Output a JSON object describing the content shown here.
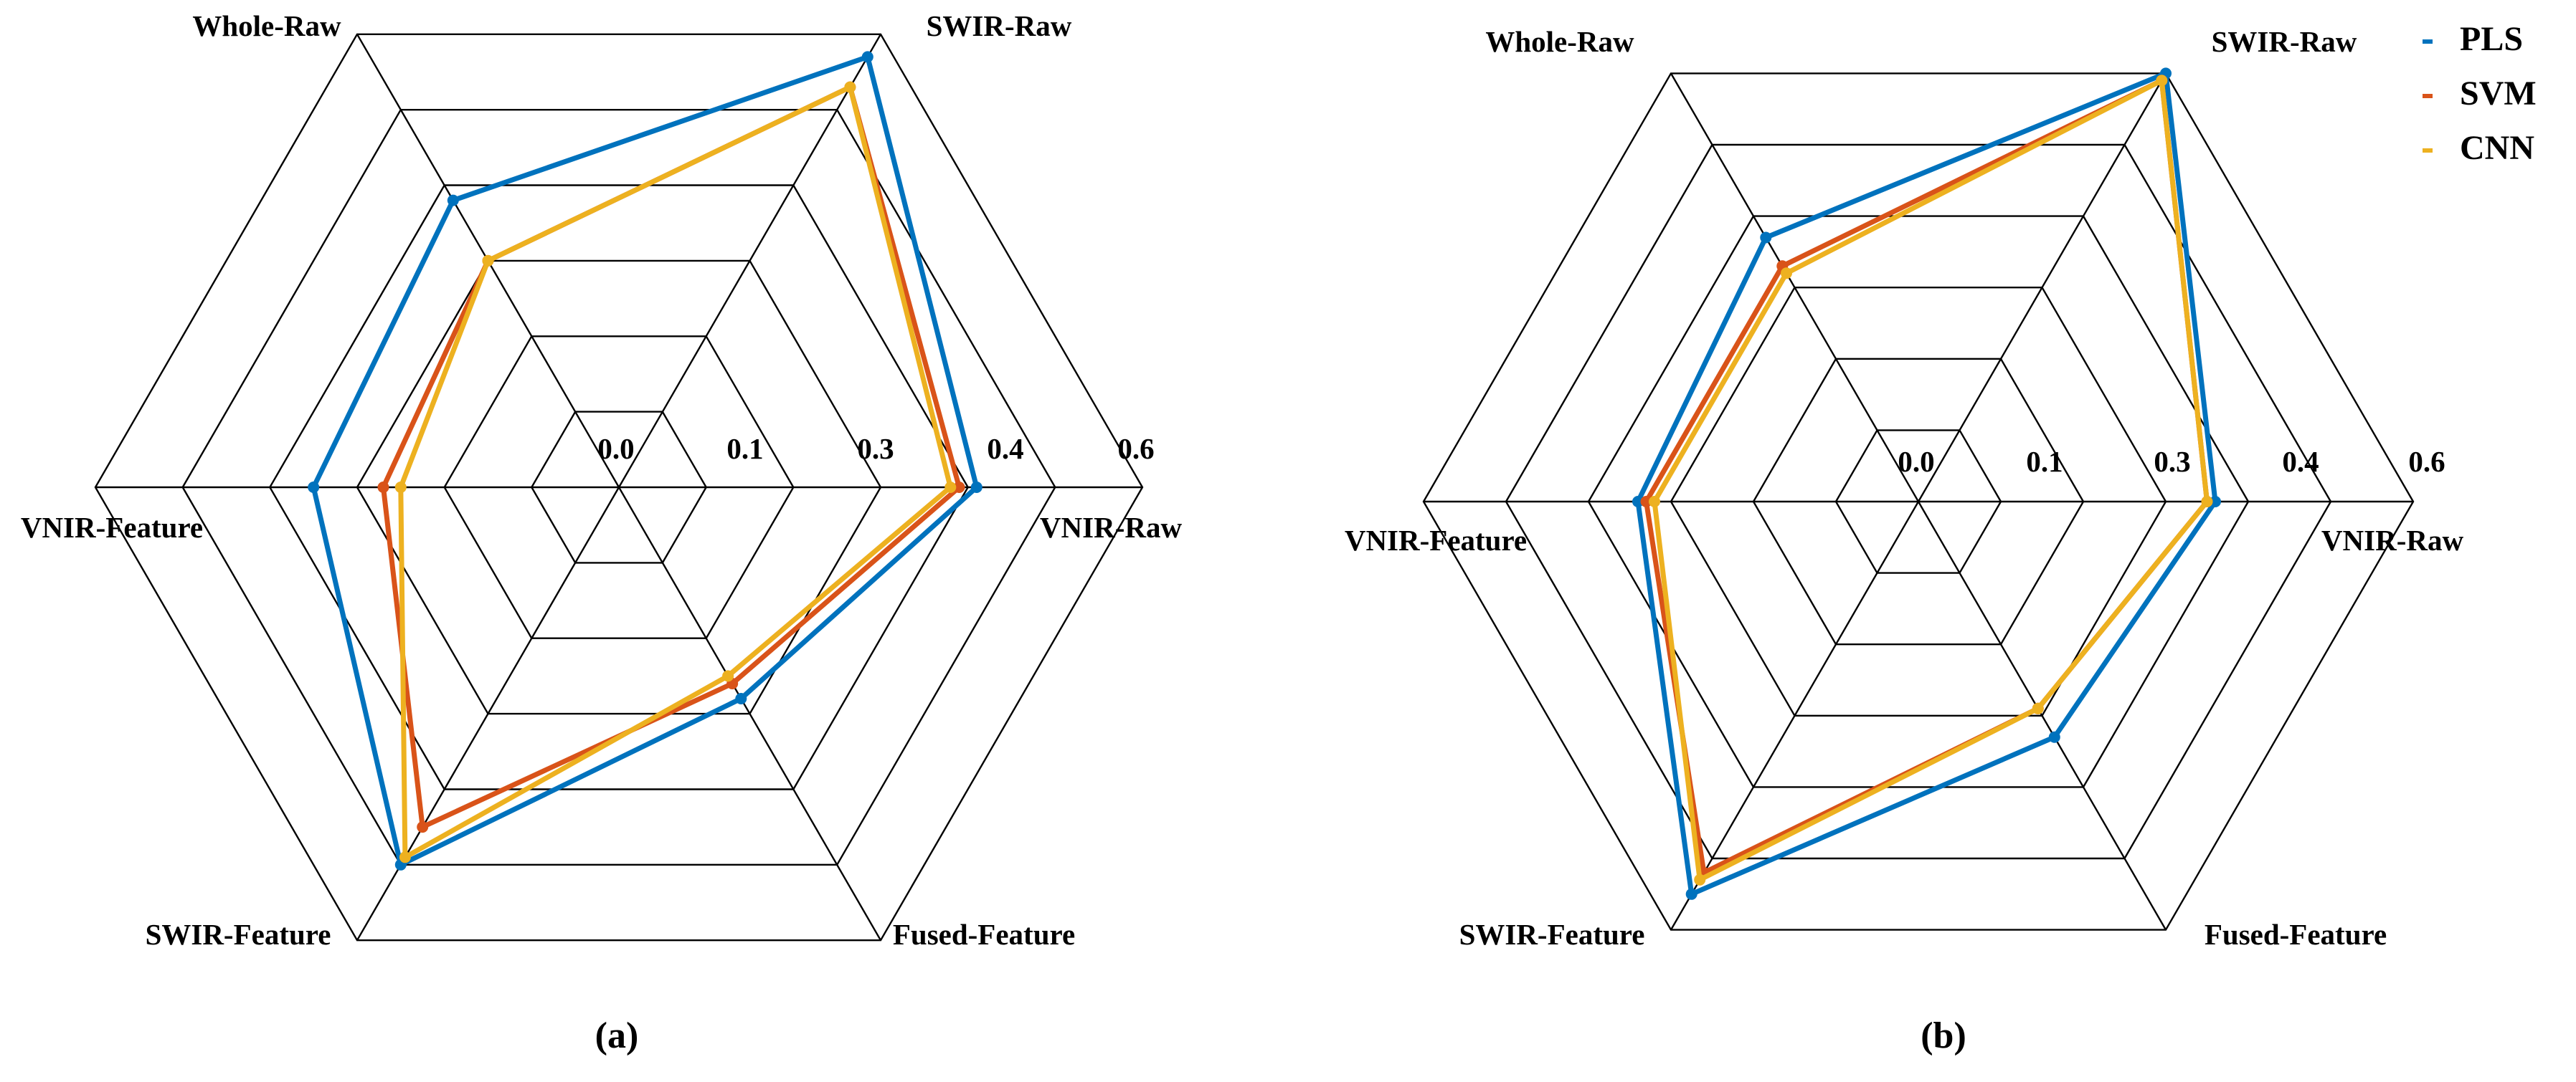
{
  "colors": {
    "PLS": "#0072BD",
    "SVM": "#D95319",
    "CNN": "#EDB120",
    "grid": "#000000"
  },
  "legend": [
    {
      "name": "PLS",
      "color": "#0072BD"
    },
    {
      "name": "SVM",
      "color": "#D95319"
    },
    {
      "name": "CNN",
      "color": "#EDB120"
    }
  ],
  "chart_data": [
    {
      "type": "radar",
      "panel_label": "(a)",
      "categories": [
        "VNIR-Raw",
        "SWIR-Raw",
        "Whole-Raw",
        "VNIR-Feature",
        "SWIR-Feature",
        "Fused-Feature"
      ],
      "tick_labels": [
        "0.0",
        "0.1",
        "0.3",
        "0.4",
        "0.6"
      ],
      "series": [
        {
          "name": "PLS",
          "values": [
            0.41,
            0.57,
            0.38,
            0.35,
            0.5,
            0.28
          ]
        },
        {
          "name": "SVM",
          "values": [
            0.39,
            0.53,
            0.3,
            0.27,
            0.45,
            0.26
          ]
        },
        {
          "name": "CNN",
          "values": [
            0.38,
            0.53,
            0.3,
            0.25,
            0.49,
            0.25
          ]
        }
      ]
    },
    {
      "type": "radar",
      "panel_label": "(b)",
      "categories": [
        "VNIR-Raw",
        "SWIR-Raw",
        "Whole-Raw",
        "VNIR-Feature",
        "SWIR-Feature",
        "Fused-Feature"
      ],
      "tick_labels": [
        "0.0",
        "0.1",
        "0.3",
        "0.4",
        "0.6"
      ],
      "series": [
        {
          "name": "PLS",
          "values": [
            0.36,
            0.6,
            0.37,
            0.34,
            0.55,
            0.33
          ]
        },
        {
          "name": "SVM",
          "values": [
            0.35,
            0.59,
            0.33,
            0.33,
            0.52,
            0.29
          ]
        },
        {
          "name": "CNN",
          "values": [
            0.35,
            0.59,
            0.32,
            0.32,
            0.53,
            0.29
          ]
        }
      ]
    }
  ]
}
